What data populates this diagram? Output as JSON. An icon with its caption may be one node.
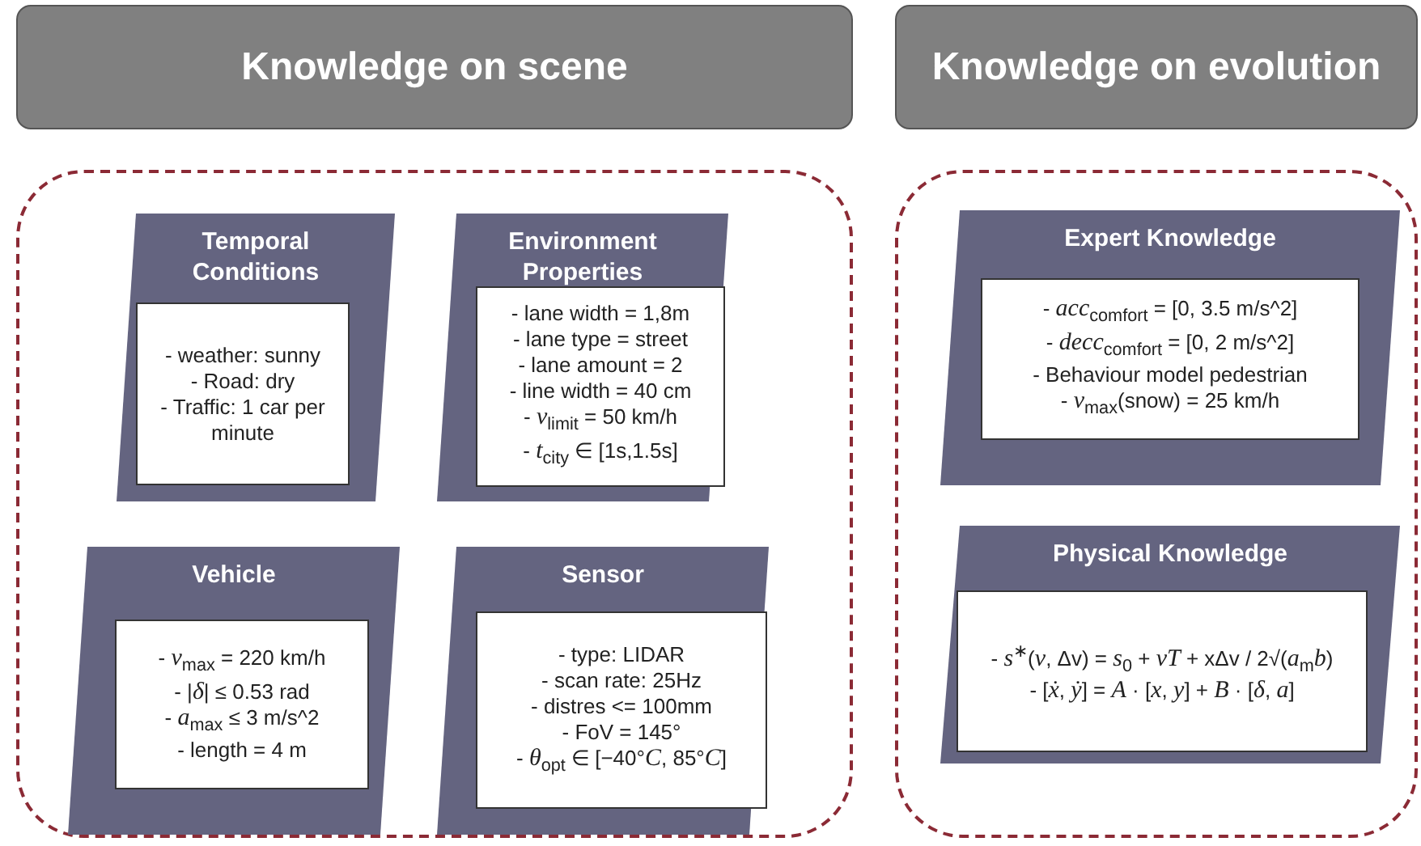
{
  "diagram": {
    "nodes": [
      {
        "text": [
          "Knowledge on scene"
        ]
      },
      {
        "text": [],
        "shape": "box"
      },
      {
        "text": [
          "Temporal Conditions"
        ],
        "in": 1
      },
      {
        "text": [
          "- weather: sunny",
          "- Road: dry",
          "- Traffic: 1 car per minute"
        ],
        "in": 2
      },
      {
        "text": [
          "Environment Properties"
        ],
        "in": 1
      },
      {
        "text": [
          "- lane width = 1,8m",
          "- lane type = street",
          "- lane amount = 2",
          "- line width = 40 cm",
          "- *v*$_{limit}$ = 50 km/h",
          "- *t*$_{city}$ ∈ [1s,1.5s]"
        ],
        "in": 4
      },
      {
        "text": [
          "Vehicle"
        ],
        "in": 1
      },
      {
        "text": [
          "- *v*$_{max}$ = 220 km/h",
          "- |*δ*| ≤ 0.53 rad",
          "- *a*$_{max}$ ≤ 3 m/s^2",
          "- length = 4 m"
        ],
        "in": 6
      },
      {
        "text": [
          "Sensor"
        ],
        "in": 1
      },
      {
        "text": [
          "- type: LIDAR",
          "- scan rate: 25Hz",
          "- distres <= 100mm",
          "- FoV = 145°",
          "- *θ*$_{opt}$ ∈ [−40°*C*, 85°*C*]"
        ],
        "in": 8
      },
      {
        "text": [
          "Knowledge on evolution"
        ]
      },
      {
        "text": [],
        "shape": "box"
      },
      {
        "text": [
          "Expert Knowledge"
        ],
        "in": 11
      },
      {
        "text": [
          "- *acc*$_{comfort}$ = [0, 3.5 m/s^2]",
          "- *decc*$_{comfort}$ = [0, 2 m/s^2]",
          "- Behaviour model pedestrian",
          "- *v*$_{max}$(snow) = 25 km/h"
        ],
        "in": 12
      },
      {
        "text": [
          "Physical Knowledge"
        ],
        "in": 11
      },
      {
        "text": [
          "- *s*$^{∗}$(*v*, Δv) = *s*$_{0}$ + *vT* + xΔv / 2√(*a*$_{m}$*b*)",
          "- [*ẋ*, *ẏ*] = *A* · [*x*, *y*] + *B* · [*δ*, *a*]"
        ],
        "in": 14
      }
    ]
  }
}
